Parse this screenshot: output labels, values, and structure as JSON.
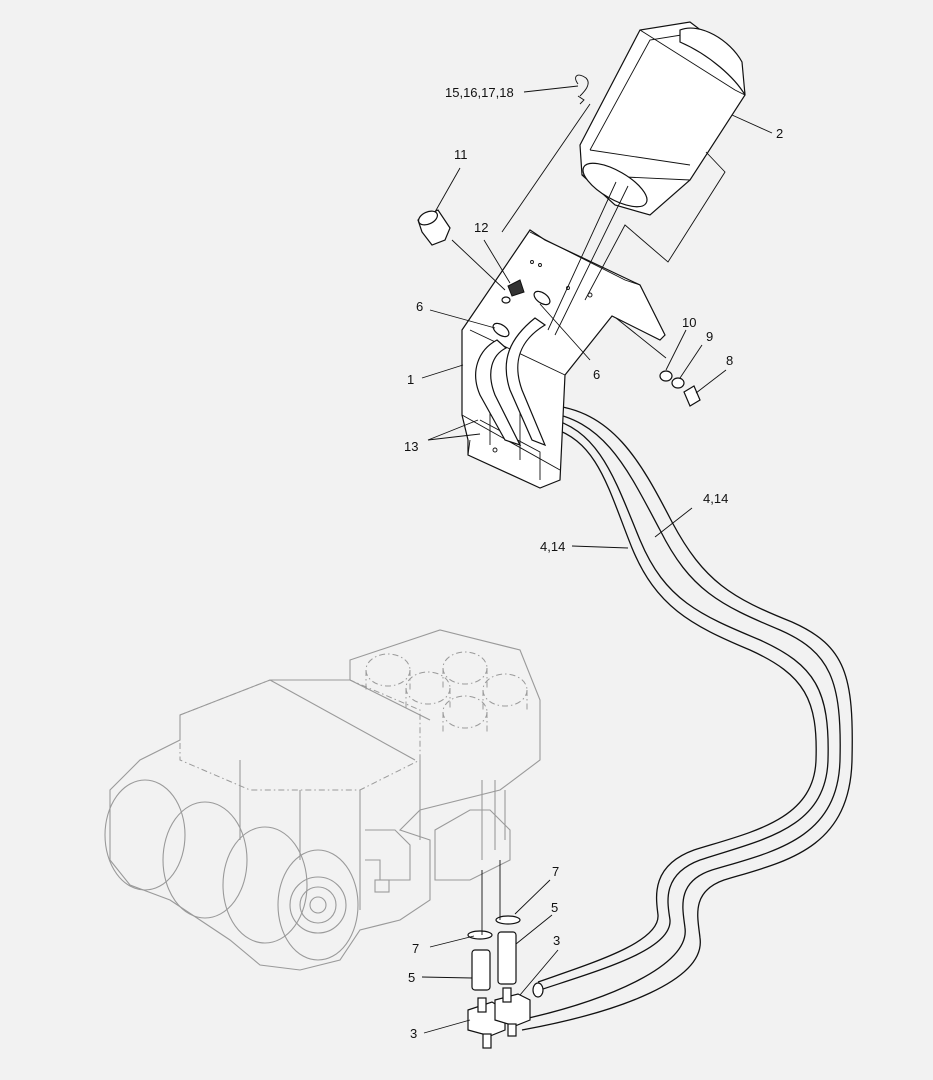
{
  "callouts": [
    {
      "id": "c-15-18",
      "text": "15,16,17,18"
    },
    {
      "id": "c-2",
      "text": "2"
    },
    {
      "id": "c-11",
      "text": "11"
    },
    {
      "id": "c-12",
      "text": "12"
    },
    {
      "id": "c-6a",
      "text": "6"
    },
    {
      "id": "c-6b",
      "text": "6"
    },
    {
      "id": "c-10",
      "text": "10"
    },
    {
      "id": "c-9",
      "text": "9"
    },
    {
      "id": "c-8",
      "text": "8"
    },
    {
      "id": "c-1",
      "text": "1"
    },
    {
      "id": "c-13",
      "text": "13"
    },
    {
      "id": "c-4-14a",
      "text": "4,14"
    },
    {
      "id": "c-4-14b",
      "text": "4,14"
    },
    {
      "id": "c-7a",
      "text": "7"
    },
    {
      "id": "c-7b",
      "text": "7"
    },
    {
      "id": "c-5a",
      "text": "5"
    },
    {
      "id": "c-5b",
      "text": "5"
    },
    {
      "id": "c-3a",
      "text": "3"
    },
    {
      "id": "c-3b",
      "text": "3"
    }
  ]
}
